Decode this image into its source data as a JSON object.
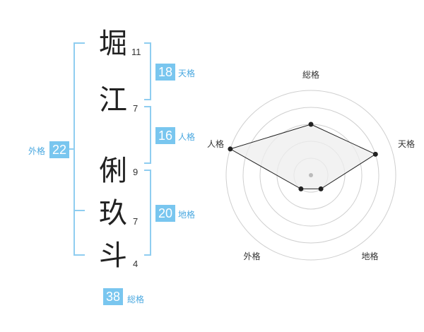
{
  "name": {
    "chars": [
      {
        "char": "堀",
        "strokes": "11"
      },
      {
        "char": "江",
        "strokes": "7"
      },
      {
        "char": "俐",
        "strokes": "9"
      },
      {
        "char": "玖",
        "strokes": "7"
      },
      {
        "char": "斗",
        "strokes": "4"
      }
    ]
  },
  "fortunes": {
    "tenkaku": {
      "value": "18",
      "label": "天格"
    },
    "jinkaku": {
      "value": "16",
      "label": "人格"
    },
    "chikaku": {
      "value": "20",
      "label": "地格"
    },
    "gaikaku": {
      "value": "22",
      "label": "外格"
    },
    "soukaku": {
      "value": "38",
      "label": "総格"
    }
  },
  "radar": {
    "axes": [
      "総格",
      "天格",
      "地格",
      "外格",
      "人格"
    ],
    "values": [
      3,
      4,
      1,
      1,
      5
    ],
    "max": 5,
    "colors": {
      "ring": "#cfcfcf",
      "fill": "#eeeeee",
      "line": "#222222",
      "center": "#bbbbbb"
    }
  }
}
